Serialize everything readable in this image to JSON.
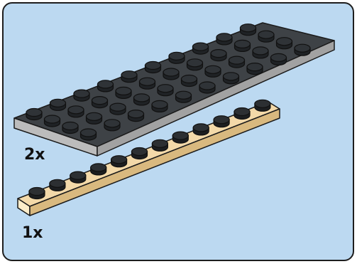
{
  "illustration": {
    "background_color": "#bcd9f1",
    "border_color": "#1e1e1e"
  },
  "parts": [
    {
      "quantity_label": "2x",
      "color": "#4a4e52",
      "studs_long": 10,
      "studs_wide": 4
    },
    {
      "quantity_label": "1x",
      "color": "#f2d8a8",
      "studs_long": 12,
      "studs_wide": 1
    }
  ]
}
